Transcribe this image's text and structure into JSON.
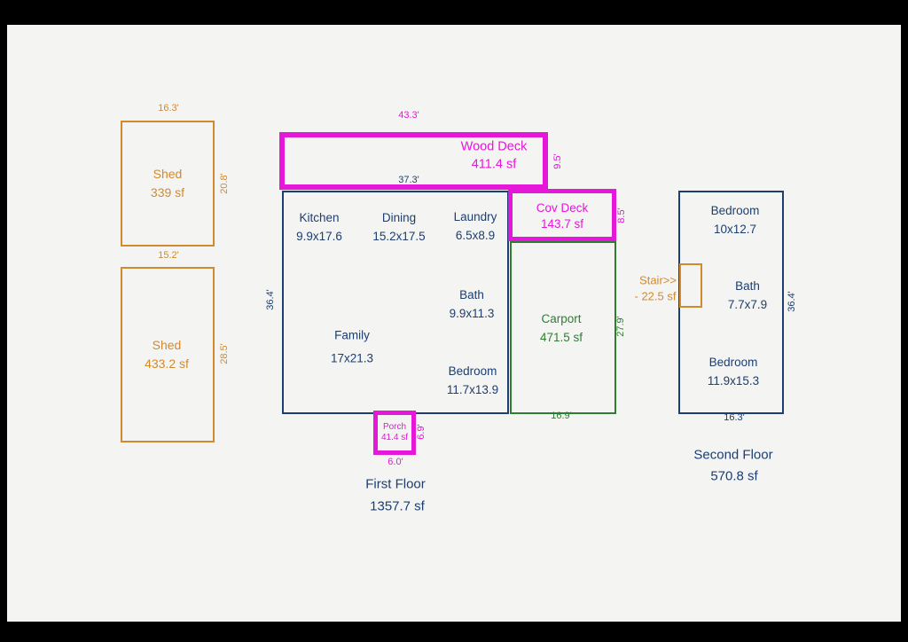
{
  "colors": {
    "navy": "#1c3e70",
    "magenta": "#e517d8",
    "orange": "#d28a2e",
    "green": "#2f7d33",
    "background": "#f4f4f3"
  },
  "sheds": [
    {
      "label": "Shed",
      "area": "339 sf",
      "top_dim": "16.3'",
      "side_dim": "20.8'"
    },
    {
      "label": "Shed",
      "area": "433.2 sf",
      "top_dim": "15.2'",
      "side_dim": "28.5'"
    }
  ],
  "wood_deck": {
    "label": "Wood Deck",
    "area": "411.4 sf",
    "top_dim": "43.3'",
    "side_dim": "9.5'"
  },
  "cov_deck": {
    "label": "Cov Deck",
    "area": "143.7 sf",
    "side_dim": "8.5'"
  },
  "carport": {
    "label": "Carport",
    "area": "471.5 sf",
    "side_dim": "27.9'",
    "bottom_dim": "16.9'"
  },
  "porch": {
    "label": "Porch",
    "area": "41.4 sf",
    "side_dim": "6.9'",
    "bottom_dim": "6.0'"
  },
  "first_floor": {
    "top_dim": "37.3'",
    "side_dim": "36.4'",
    "rooms": [
      {
        "name": "Kitchen",
        "size": "9.9x17.6"
      },
      {
        "name": "Dining",
        "size": "15.2x17.5"
      },
      {
        "name": "Laundry",
        "size": "6.5x8.9"
      },
      {
        "name": "Bath",
        "size": "9.9x11.3"
      },
      {
        "name": "Family",
        "size": "17x21.3"
      },
      {
        "name": "Bedroom",
        "size": "11.7x13.9"
      }
    ],
    "title": "First Floor",
    "area": "1357.7 sf"
  },
  "second_floor": {
    "rooms": [
      {
        "name": "Bedroom",
        "size": "10x12.7"
      },
      {
        "name": "Bath",
        "size": "7.7x7.9"
      },
      {
        "name": "Bedroom",
        "size": "11.9x15.3"
      }
    ],
    "side_dim": "36.4'",
    "bottom_dim": "16.3'",
    "title": "Second Floor",
    "area": "570.8 sf"
  },
  "stair": {
    "label": "Stair>>",
    "area": "- 22.5 sf"
  }
}
